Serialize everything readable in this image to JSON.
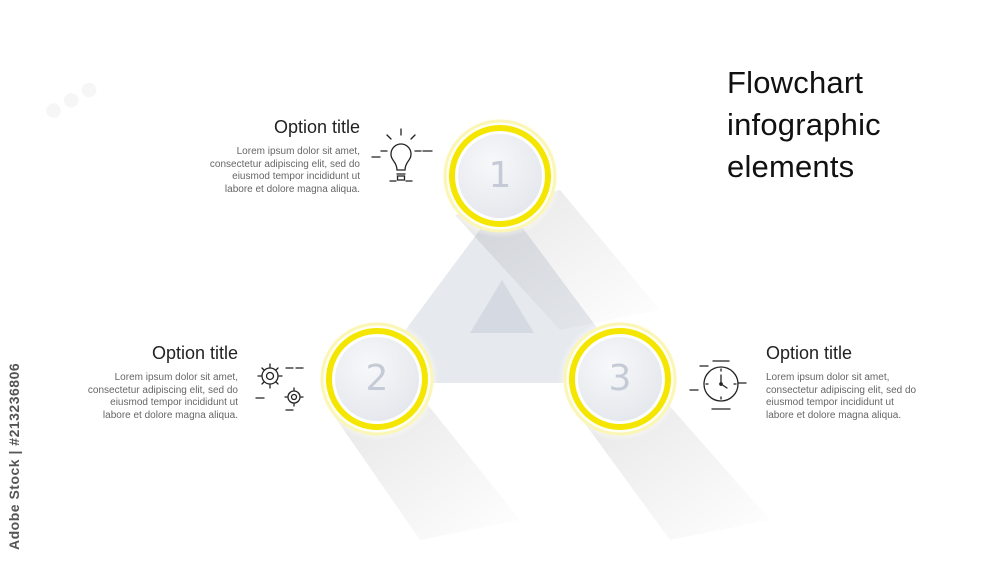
{
  "title": [
    "Flowchart",
    "infographic",
    "elements"
  ],
  "options": [
    {
      "number": "1",
      "title": "Option title",
      "description": [
        "Lorem ipsum dolor sit amet,",
        "consectetur adipiscing elit, sed do",
        "eiusmod tempor incididunt ut",
        "labore et dolore magna aliqua."
      ],
      "icon": "lightbulb-icon"
    },
    {
      "number": "2",
      "title": "Option title",
      "description": [
        "Lorem ipsum dolor sit amet,",
        "consectetur adipiscing elit, sed do",
        "eiusmod tempor incididunt ut",
        "labore et dolore magna aliqua."
      ],
      "icon": "gears-icon"
    },
    {
      "number": "3",
      "title": "Option title",
      "description": [
        "Lorem ipsum dolor sit amet,",
        "consectetur adipiscing elit, sed do",
        "eiusmod tempor incididunt ut",
        "labore et dolore magna aliqua."
      ],
      "icon": "clock-icon"
    }
  ],
  "side_text": {
    "stock": "Adobe Stock",
    "id": "#213236806"
  },
  "colors": {
    "accent": "#f4e600",
    "triangle": "#e6e9ee",
    "inner_triangle": "#d5dae2",
    "circle_fill": "#eef0f4",
    "number": "#c5cbd6"
  }
}
